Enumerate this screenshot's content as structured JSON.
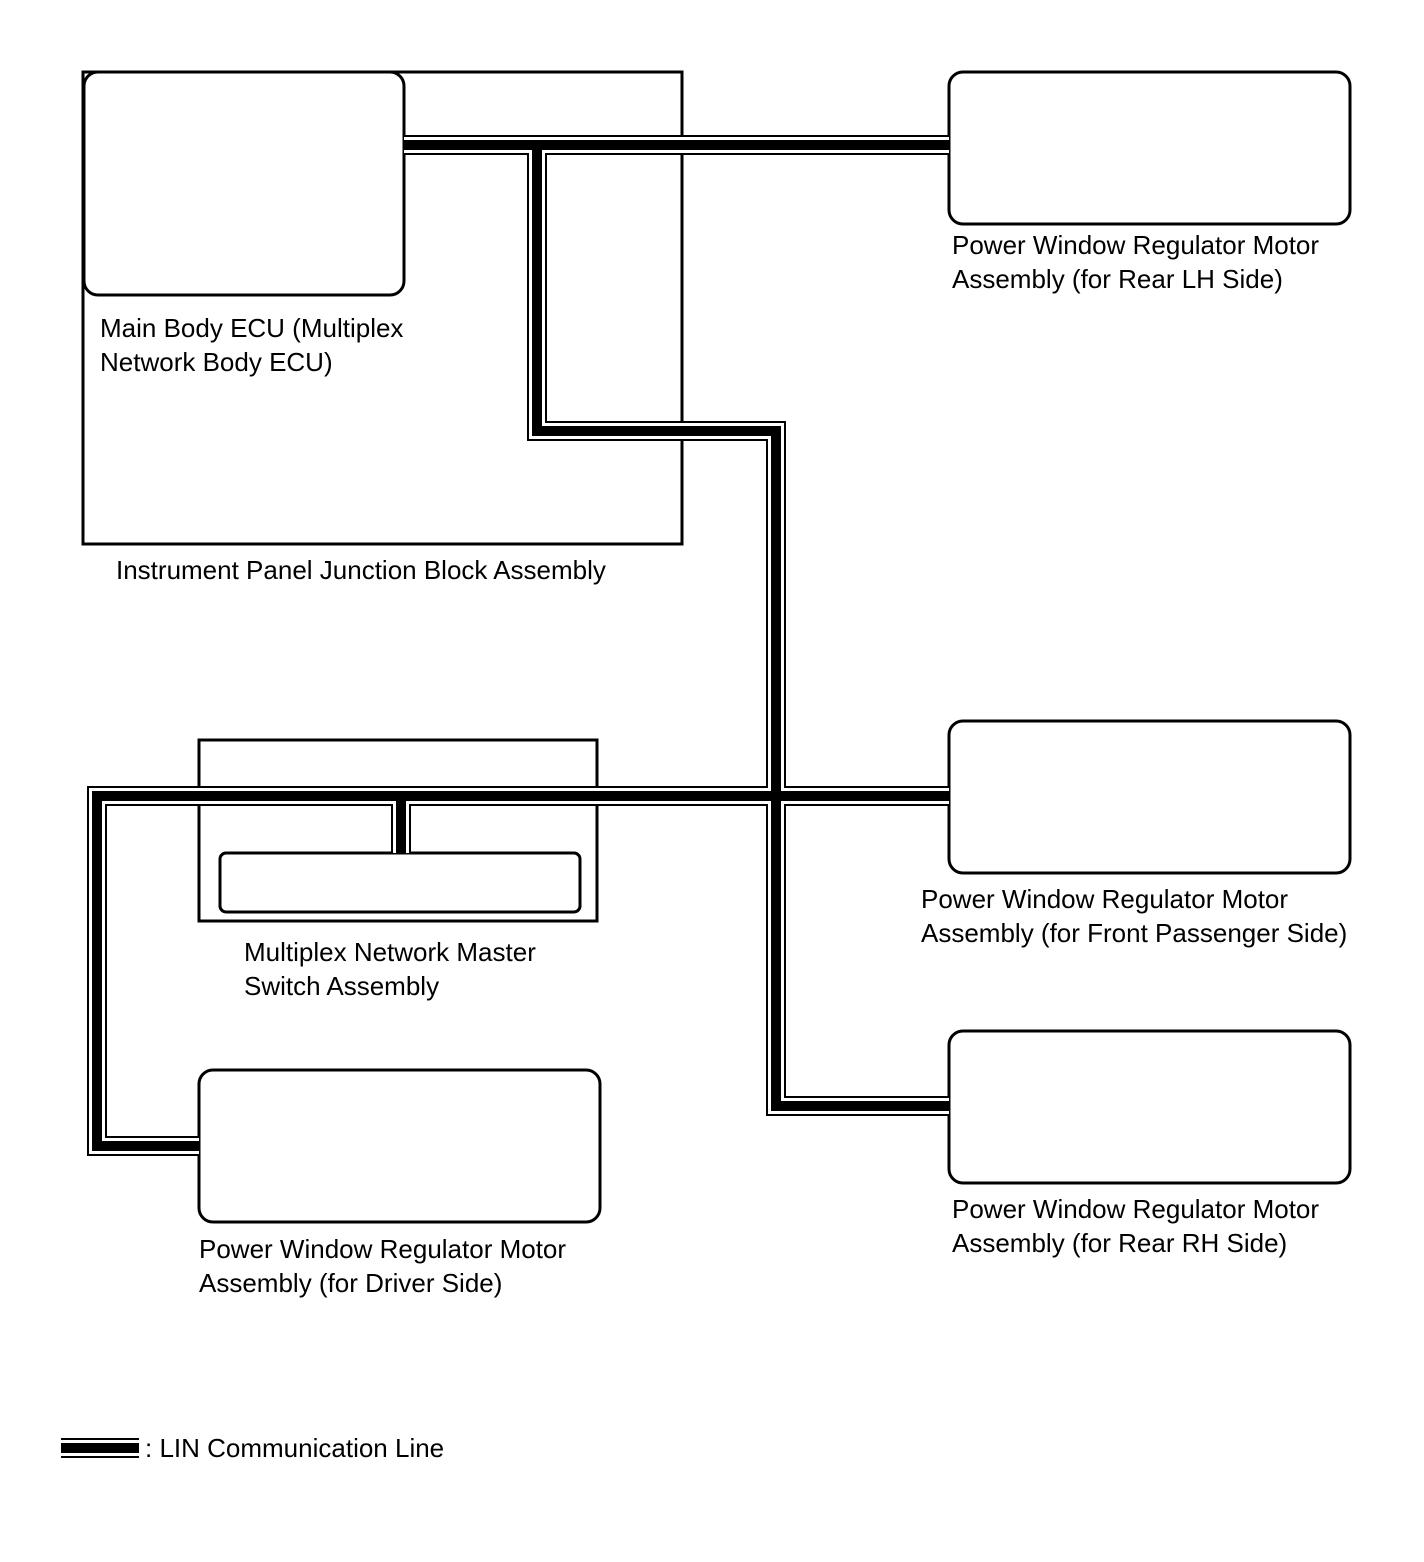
{
  "colors": {
    "line": "#000000",
    "background": "#ffffff"
  },
  "components": {
    "junction_block": {
      "label": "Instrument Panel Junction Block Assembly"
    },
    "main_body_ecu": {
      "label_lines": [
        "Main Body ECU (Multiplex",
        "Network Body ECU)"
      ]
    },
    "rear_lh_motor": {
      "label_lines": [
        "Power Window Regulator Motor",
        "Assembly (for Rear LH Side)"
      ]
    },
    "front_passenger_motor": {
      "label_lines": [
        "Power Window Regulator Motor",
        "Assembly (for Front Passenger Side)"
      ]
    },
    "rear_rh_motor": {
      "label_lines": [
        "Power Window Regulator Motor",
        "Assembly (for Rear RH Side)"
      ]
    },
    "master_switch": {
      "label_lines": [
        "Multiplex Network Master",
        "Switch Assembly"
      ]
    },
    "driver_motor": {
      "label_lines": [
        "Power Window Regulator Motor",
        "Assembly (for Driver Side)"
      ]
    }
  },
  "legend": {
    "text": ": LIN Communication Line",
    "symbol": "lin-line-symbol"
  }
}
